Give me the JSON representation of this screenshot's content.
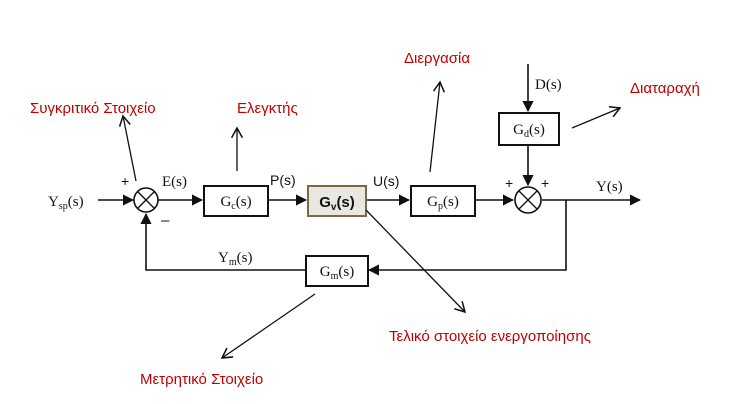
{
  "signals": {
    "ysp": {
      "main": "Y",
      "sub": "sp",
      "tail": "(s)"
    },
    "e": "E(s)",
    "p": "P(s)",
    "u": "U(s)",
    "y": "Y(s)",
    "d": "D(s)",
    "ym": {
      "main": "Y",
      "sub": "m",
      "tail": "(s)"
    }
  },
  "blocks": {
    "gc": {
      "main": "G",
      "sub": "c",
      "tail": "(s)"
    },
    "gv": {
      "main": "G",
      "sub": "v",
      "tail": "(s)"
    },
    "gp": {
      "main": "G",
      "sub": "p",
      "tail": "(s)"
    },
    "gd": {
      "main": "G",
      "sub": "d",
      "tail": "(s)"
    },
    "gm": {
      "main": "G",
      "sub": "m",
      "tail": "(s)"
    }
  },
  "signs": {
    "sum1_plus": "+",
    "sum1_minus": "–",
    "sum2_left_plus": "+",
    "sum2_right_plus": "+"
  },
  "annotations": {
    "comparator": "Συγκριτικό Στοιχείο",
    "controller": "Ελεγκτής",
    "process": "Διεργασία",
    "disturbance": "Διαταραχή",
    "final_element": "Τελικό στοιχείο ενεργοποίησης",
    "measuring": "Μετρητικό Στοιχείο"
  },
  "colors": {
    "annotation": "#c00000",
    "line": "#111111",
    "valve_block_fill": "#e9e7e1"
  }
}
